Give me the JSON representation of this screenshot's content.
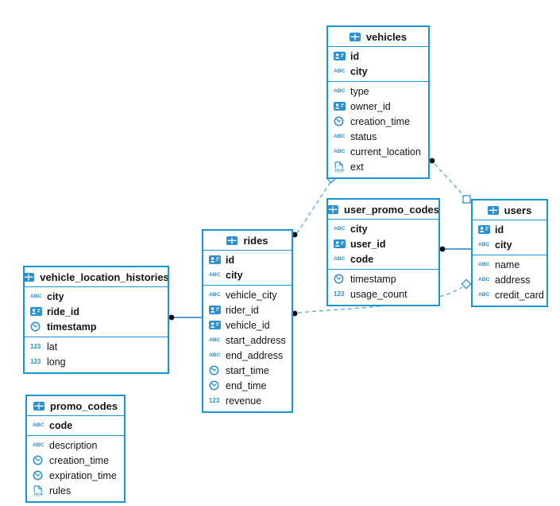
{
  "diagram": {
    "tables": [
      {
        "name": "vehicles",
        "columns": [
          {
            "label": "id",
            "type": "id",
            "key": true
          },
          {
            "label": "city",
            "type": "string",
            "key": true
          },
          {
            "label": "type",
            "type": "string",
            "key": false
          },
          {
            "label": "owner_id",
            "type": "id",
            "key": false
          },
          {
            "label": "creation_time",
            "type": "time",
            "key": false
          },
          {
            "label": "status",
            "type": "string",
            "key": false
          },
          {
            "label": "current_location",
            "type": "string",
            "key": false
          },
          {
            "label": "ext",
            "type": "json",
            "key": false
          }
        ]
      },
      {
        "name": "user_promo_codes",
        "columns": [
          {
            "label": "city",
            "type": "string",
            "key": true
          },
          {
            "label": "user_id",
            "type": "id",
            "key": true
          },
          {
            "label": "code",
            "type": "string",
            "key": true
          },
          {
            "label": "timestamp",
            "type": "time",
            "key": false
          },
          {
            "label": "usage_count",
            "type": "number",
            "key": false
          }
        ]
      },
      {
        "name": "users",
        "columns": [
          {
            "label": "id",
            "type": "id",
            "key": true
          },
          {
            "label": "city",
            "type": "string",
            "key": true
          },
          {
            "label": "name",
            "type": "string",
            "key": false
          },
          {
            "label": "address",
            "type": "string",
            "key": false
          },
          {
            "label": "credit_card",
            "type": "string",
            "key": false
          }
        ]
      },
      {
        "name": "rides",
        "columns": [
          {
            "label": "id",
            "type": "id",
            "key": true
          },
          {
            "label": "city",
            "type": "string",
            "key": true
          },
          {
            "label": "vehicle_city",
            "type": "string",
            "key": false
          },
          {
            "label": "rider_id",
            "type": "id",
            "key": false
          },
          {
            "label": "vehicle_id",
            "type": "id",
            "key": false
          },
          {
            "label": "start_address",
            "type": "string",
            "key": false
          },
          {
            "label": "end_address",
            "type": "string",
            "key": false
          },
          {
            "label": "start_time",
            "type": "time",
            "key": false
          },
          {
            "label": "end_time",
            "type": "time",
            "key": false
          },
          {
            "label": "revenue",
            "type": "number",
            "key": false
          }
        ]
      },
      {
        "name": "vehicle_location_histories",
        "columns": [
          {
            "label": "city",
            "type": "string",
            "key": true
          },
          {
            "label": "ride_id",
            "type": "id",
            "key": true
          },
          {
            "label": "timestamp",
            "type": "time",
            "key": true
          },
          {
            "label": "lat",
            "type": "number",
            "key": false
          },
          {
            "label": "long",
            "type": "number",
            "key": false
          }
        ]
      },
      {
        "name": "promo_codes",
        "columns": [
          {
            "label": "code",
            "type": "string",
            "key": true
          },
          {
            "label": "description",
            "type": "string",
            "key": false
          },
          {
            "label": "creation_time",
            "type": "time",
            "key": false
          },
          {
            "label": "expiration_time",
            "type": "time",
            "key": false
          },
          {
            "label": "rules",
            "type": "json",
            "key": false
          }
        ]
      }
    ],
    "relationships": [
      {
        "from": "vehicles",
        "to": "rides",
        "style": "dashed"
      },
      {
        "from": "vehicles",
        "to": "users",
        "style": "dashed"
      },
      {
        "from": "user_promo_codes",
        "to": "users",
        "style": "solid"
      },
      {
        "from": "rides",
        "to": "users",
        "style": "dashed"
      },
      {
        "from": "vehicle_location_histories",
        "to": "rides",
        "style": "solid"
      }
    ]
  },
  "colors": {
    "table_border": "#1697d4",
    "icon_blue": "#2e8fd0",
    "dashed_line": "#61aede",
    "solid_line": "#1d7fc1",
    "endpoint_dot": "#000000",
    "text": "#141414",
    "background": "#ffffff"
  }
}
